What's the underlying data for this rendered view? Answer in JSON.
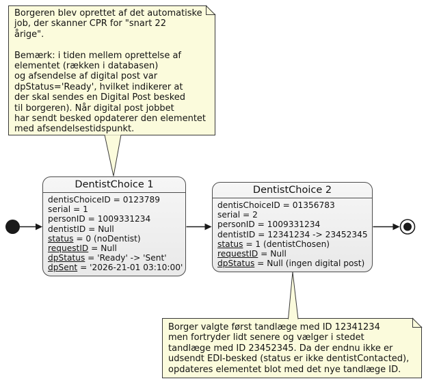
{
  "colors": {
    "note_bg": "#FBFBDC",
    "note_border": "#383838",
    "state_bg_top": "#F6F6F6",
    "state_bg_bottom": "#E9E9E9",
    "state_border": "#4B4B4B",
    "line": "#1A1A1A",
    "text": "#121212"
  },
  "notes": {
    "top": {
      "lines": [
        "Borgeren blev oprettet af det automatiske",
        "job, der skanner CPR for \"snart 22",
        "årige\".",
        "",
        "Bemærk: i tiden mellem oprettelse af",
        "elementet (rækken i databasen)",
        "og afsendelse af digital post var",
        "dpStatus='Ready', hvilket indikerer at",
        "der skal sendes en Digital Post besked",
        "til borgeren). Når digital post jobbet",
        "har sendt besked opdaterer den elementet",
        "med afsendelsestidspunkt."
      ]
    },
    "bottom": {
      "lines": [
        "Borger valgte først tandlæge med ID 12341234",
        "men fortryder lidt senere og vælger i stedet",
        "tandlæge med ID 23452345. Da der endnu ikke er",
        "udsendt EDI-besked (status er ikke dentistContacted),",
        "opdateres elementet blot med det nye tandlæge ID."
      ]
    }
  },
  "states": {
    "s1": {
      "title": "DentistChoice 1",
      "attributes": [
        {
          "name": "dentisChoiceID",
          "u": false,
          "rest": " = 0123789"
        },
        {
          "name": "serial",
          "u": false,
          "rest": " = 1"
        },
        {
          "name": "personID",
          "u": false,
          "rest": " = 1009331234"
        },
        {
          "name": "dentistID",
          "u": false,
          "rest": " = Null"
        },
        {
          "name": "status",
          "u": true,
          "rest": " = 0 (noDentist)"
        },
        {
          "name": "requestID",
          "u": true,
          "rest": " = Null"
        },
        {
          "name": "dpStatus",
          "u": true,
          "rest": " = 'Ready' -> 'Sent'"
        },
        {
          "name": "dpSent",
          "u": true,
          "rest": " = '2026-21-01 03:10:00'"
        }
      ]
    },
    "s2": {
      "title": "DentistChoice 2",
      "attributes": [
        {
          "name": "dentisChoiceID",
          "u": false,
          "rest": " = 01356783"
        },
        {
          "name": "serial",
          "u": false,
          "rest": " = 2"
        },
        {
          "name": "personID",
          "u": false,
          "rest": " = 1009331234"
        },
        {
          "name": "dentistID",
          "u": false,
          "rest": " = 12341234 -> 23452345"
        },
        {
          "name": "status",
          "u": true,
          "rest": " = 1 (dentistChosen)"
        },
        {
          "name": "requestID",
          "u": true,
          "rest": " = Null"
        },
        {
          "name": "dpStatus",
          "u": true,
          "rest": " = Null (ingen digital post)"
        }
      ]
    }
  },
  "icons": {
    "initial": "initial-state-icon",
    "final": "final-state-icon"
  }
}
